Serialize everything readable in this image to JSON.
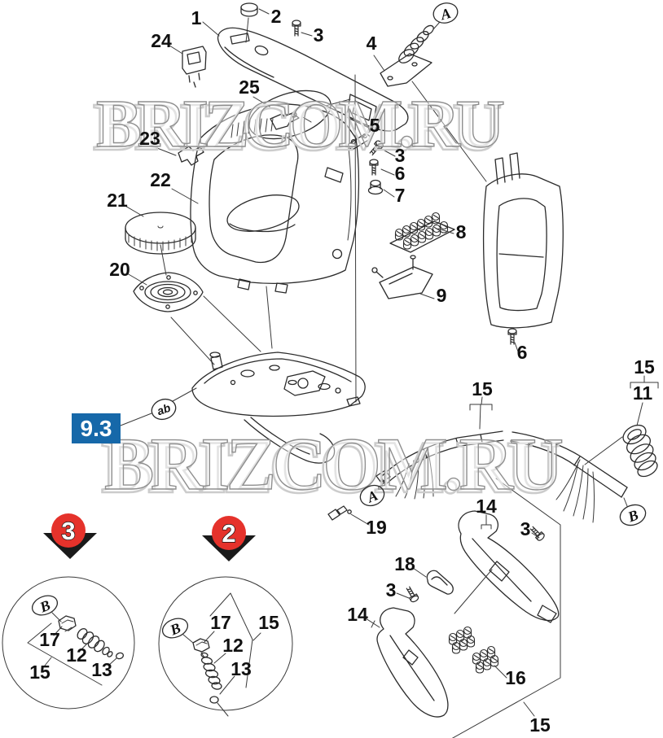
{
  "diagram": {
    "watermark": "BRIZCOM.RU",
    "section_badge": "9.3",
    "variant_tag": "ab"
  },
  "colors": {
    "badge_blue": "#1668a9",
    "marker_red": "#e5322b",
    "triangle_black": "#1a1a1a",
    "ink": "#2b2b2b"
  },
  "markers": {
    "left": "3",
    "right": "2"
  },
  "callouts": {
    "a_top": "A",
    "a_cord": "A",
    "b_cord": "B",
    "b_d1": "B",
    "b_d2": "B"
  },
  "part_labels": {
    "handle_cover": "1",
    "fill_cap": "2",
    "screw_top": "3",
    "switch": "24",
    "pump_circle": "25",
    "cord_grip": "4",
    "clip": "23",
    "link": "5",
    "screw_mid": "3",
    "screw_mid2": "6",
    "bushing": "7",
    "housing": "22",
    "dial": "21",
    "terminal_block": "8",
    "bracket": "9",
    "thermostat_plate": "20",
    "rear_screw": "6",
    "cord_mid": "15",
    "cord_right": "15",
    "cord_spring": "11",
    "cord_connector": "19",
    "cover_upper": "14",
    "cover_screw_right": "3",
    "gasket": "18",
    "gasket_screw": "3",
    "cover_lower": "14",
    "terminals": "16",
    "group_right": "15",
    "d1_nut": "17",
    "d1_connector": "12",
    "d1_oring": "13",
    "d1_group": "15",
    "d2_nut": "17",
    "d2_group": "15",
    "d2_connector": "12",
    "d2_oring": "13"
  }
}
